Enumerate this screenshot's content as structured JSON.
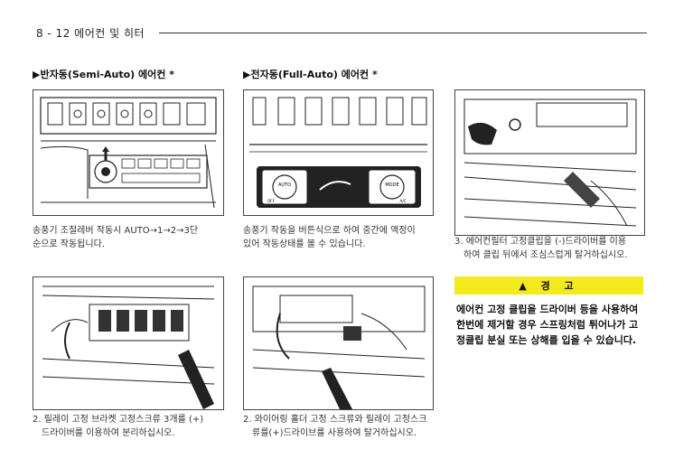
{
  "header": {
    "page_label": "8 - 12 에어컨 및 히터"
  },
  "sections": {
    "semi_auto_title": "▶반자동(Semi-Auto) 에어컨 *",
    "full_auto_title": "▶전자동(Full-Auto) 에어컨 *"
  },
  "figures": {
    "fig_full_auto": {
      "auto_label": "AUTO",
      "off_label": "OFF",
      "mode_label": "MODE",
      "ac_label": "A/C"
    }
  },
  "captions": {
    "semi_auto": [
      "송풍기 조절레버 작동시 AUTO→1→2→3단",
      "순으로 작동됩니다."
    ],
    "full_auto": [
      "송풍기 작동을 버튼식으로 하여 중간에 액정이",
      "있어 작동상태를 볼 수 있습니다."
    ],
    "step3": [
      "3. 에어컨필터 고정클립을 (-)드라이버를 이용",
      "하여 클립 뒤에서 조심스럽게 탈거하십시오."
    ],
    "step2a": [
      "2. 릴레이 고정 브라켓 고정스크류 3개를 (+)",
      "드라이버를 이용하여 분리하십시오."
    ],
    "step2b": [
      "2. 와이어링 홀더 고정 스크류와 릴레이 고정스크",
      "류를(+)드라이브를 사용하여 탈거하십시오."
    ]
  },
  "warning": {
    "title": "▲ 경 고",
    "body": "에어컨 고정 클립을 드라이버 등을 사용하여 한번에 제거할 경우 스프링처럼 튀어나가 고정클립 분실 또는 상해를 입을 수 있습니다."
  }
}
